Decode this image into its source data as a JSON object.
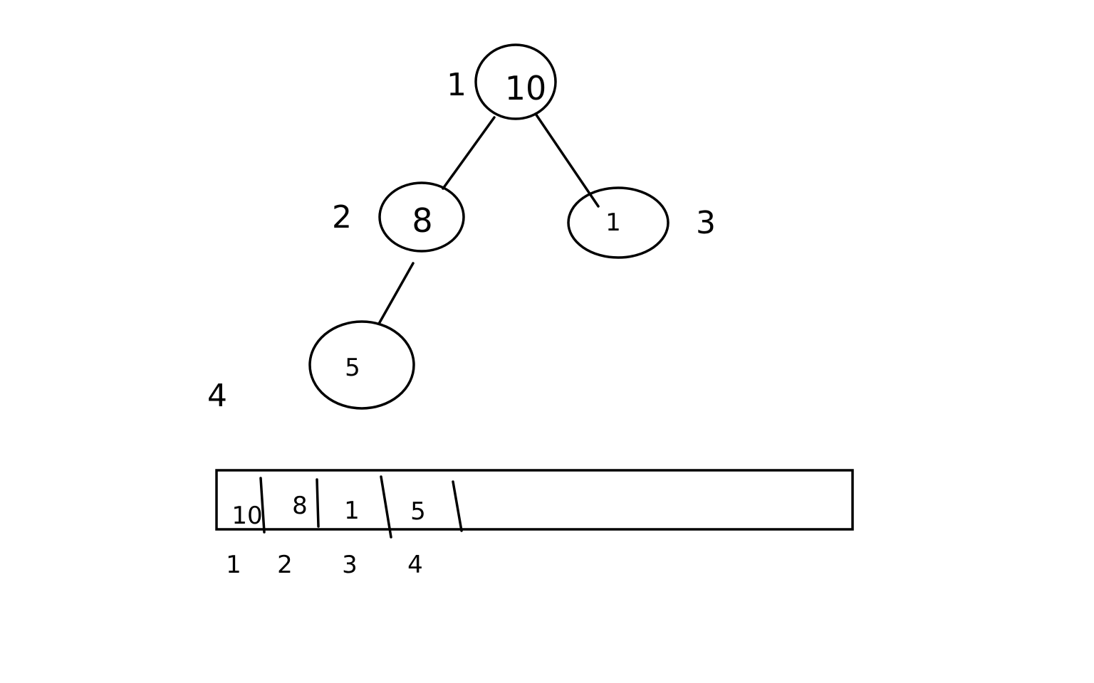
{
  "tree": {
    "nodes": [
      {
        "value": "10",
        "index": "1"
      },
      {
        "value": "8",
        "index": "2"
      },
      {
        "value": "1",
        "index": "3"
      },
      {
        "value": "5",
        "index": "4"
      }
    ]
  },
  "array": {
    "cells": [
      {
        "value": "10",
        "index": "1"
      },
      {
        "value": "8",
        "index": "2"
      },
      {
        "value": "1",
        "index": "3"
      },
      {
        "value": "5",
        "index": "4"
      }
    ]
  },
  "colors": {
    "ink": "#000000",
    "background": "#ffffff"
  }
}
